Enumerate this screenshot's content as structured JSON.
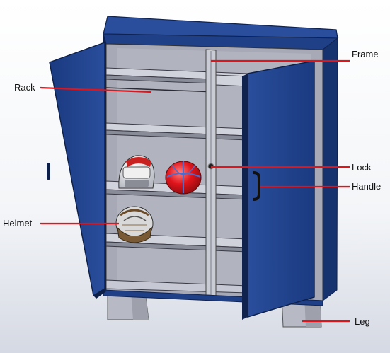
{
  "diagram": {
    "labels": {
      "frame": "Frame",
      "rack": "Rack",
      "lock": "Lock",
      "handle": "Handle",
      "helmet": "Helmet",
      "leg": "Leg"
    },
    "colors": {
      "cabinet_blue": "#1f3f86",
      "cabinet_blue_dark": "#142c63",
      "interior_gray": "#a7a9b6",
      "shelf_gray": "#c6c8d3",
      "leader_line": "#e0141b",
      "background_top": "#ffffff",
      "background_bottom": "#d9dde6"
    }
  }
}
